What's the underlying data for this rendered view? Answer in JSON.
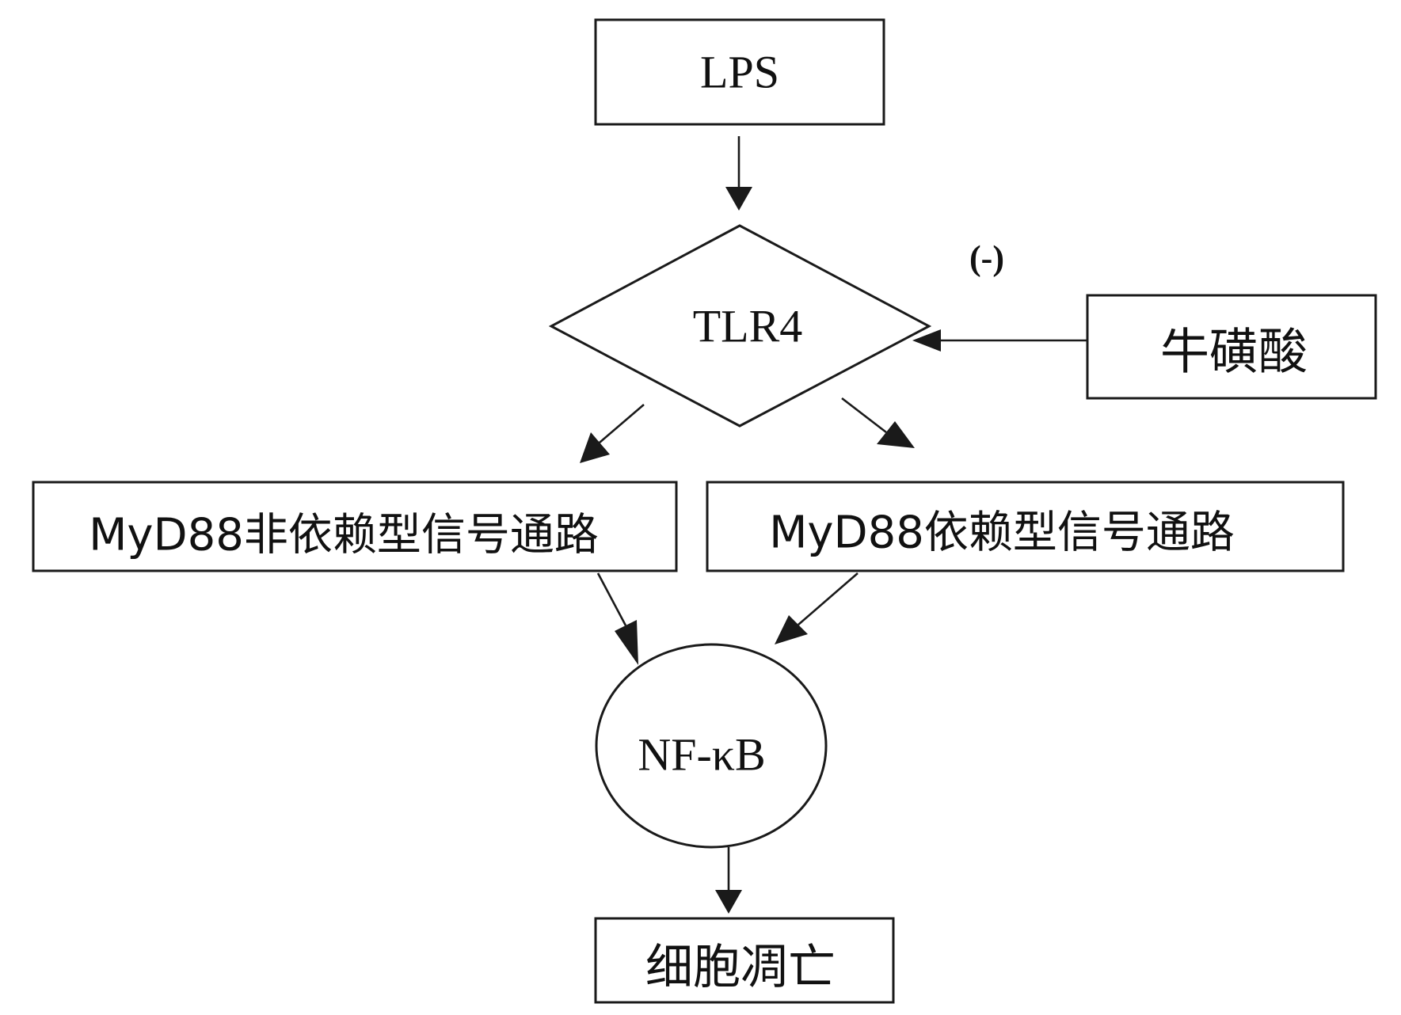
{
  "nodes": {
    "lps": {
      "label": "LPS"
    },
    "tlr4": {
      "label": "TLR4"
    },
    "taurine": {
      "label": "牛磺酸"
    },
    "inhibition": {
      "label": "(-)"
    },
    "myd88_independent": {
      "label": "MyD88非依赖型信号通路"
    },
    "myd88_dependent": {
      "label": "MyD88依赖型信号通路"
    },
    "nfkb": {
      "label": "NF-κB"
    },
    "apoptosis": {
      "label": "细胞凋亡"
    }
  },
  "edges": [
    {
      "from": "LPS",
      "to": "TLR4"
    },
    {
      "from": "牛磺酸",
      "to": "TLR4",
      "label": "(-)"
    },
    {
      "from": "TLR4",
      "to": "MyD88非依赖型信号通路"
    },
    {
      "from": "TLR4",
      "to": "MyD88依赖型信号通路"
    },
    {
      "from": "MyD88非依赖型信号通路",
      "to": "NF-κB"
    },
    {
      "from": "MyD88依赖型信号通路",
      "to": "NF-κB"
    },
    {
      "from": "NF-κB",
      "to": "细胞凋亡"
    }
  ]
}
